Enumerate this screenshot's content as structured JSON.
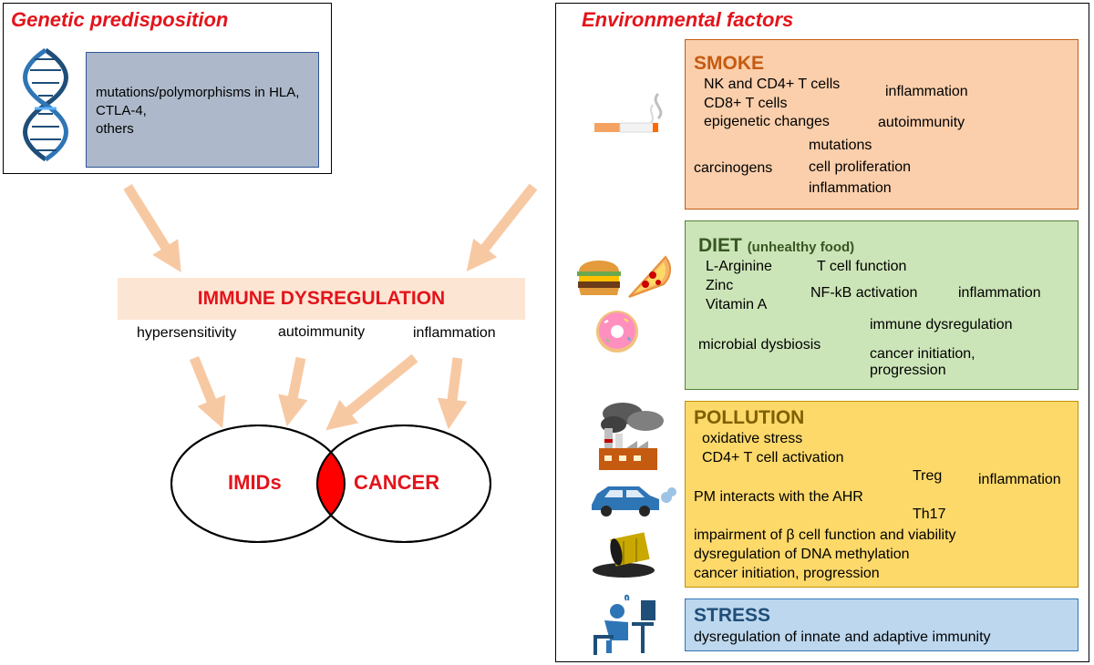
{
  "genetic": {
    "title": "Genetic predisposition",
    "lines": [
      "mutations/polymorphisms in HLA,",
      "CTLA-4,",
      "others"
    ]
  },
  "center": {
    "dysregulation": "IMMUNE DYSREGULATION",
    "labels": [
      "hypersensitivity",
      "autoimmunity",
      "inflammation"
    ],
    "imids": "IMIDs",
    "cancer": "CANCER"
  },
  "environment": {
    "title": "Environmental factors",
    "smoke": {
      "title": "SMOKE",
      "nk": "NK and CD4+ T cells",
      "cd8": "CD8+ T cells",
      "epigenetic": "epigenetic changes",
      "inflammation": "inflammation",
      "autoimmunity": "autoimmunity",
      "carcinogens": "carcinogens",
      "outcomes": [
        "mutations",
        "cell proliferation",
        "inflammation"
      ]
    },
    "diet": {
      "title": "DIET",
      "subtitle": "(unhealthy food)",
      "arginine": "L-Arginine",
      "tcell": "T cell function",
      "zinc": "Zinc",
      "vitamin": "Vitamin A",
      "nfkb": "NF-kB activation",
      "inflammation": "inflammation",
      "microbial": "microbial dysbiosis",
      "immune": "immune dysregulation",
      "cancer1": "cancer initiation,",
      "cancer2": "progression"
    },
    "pollution": {
      "title": "POLLUTION",
      "oxidative": "oxidative stress",
      "cd4": "CD4+ T cell activation",
      "pm": "PM interacts with the AHR",
      "treg": "Treg",
      "th17": "Th17",
      "inflammation": "inflammation",
      "beta": "impairment of β cell function and viability",
      "dna": "dysregulation of DNA methylation",
      "cancer": "cancer initiation, progression"
    },
    "stress": {
      "title": "STRESS",
      "text": "dysregulation of innate and adaptive immunity"
    }
  },
  "colors": {
    "red": "#e3141b",
    "arrow": "#f7c9a3",
    "smoke_bg": "#fbcfac",
    "diet_bg": "#cce5b8",
    "pollution_bg": "#fdd96a",
    "stress_bg": "#bdd7ee",
    "genetic_box": "#adb9ca",
    "smoke_title": "#c55a11",
    "diet_title": "#375623",
    "pollution_title": "#7f6000",
    "stress_title": "#1f4e79"
  },
  "icons": [
    "dna-icon",
    "cigarette-icon",
    "burger-icon",
    "pizza-icon",
    "donut-icon",
    "factory-icon",
    "car-icon",
    "oil-barrel-icon",
    "stressed-person-icon"
  ]
}
